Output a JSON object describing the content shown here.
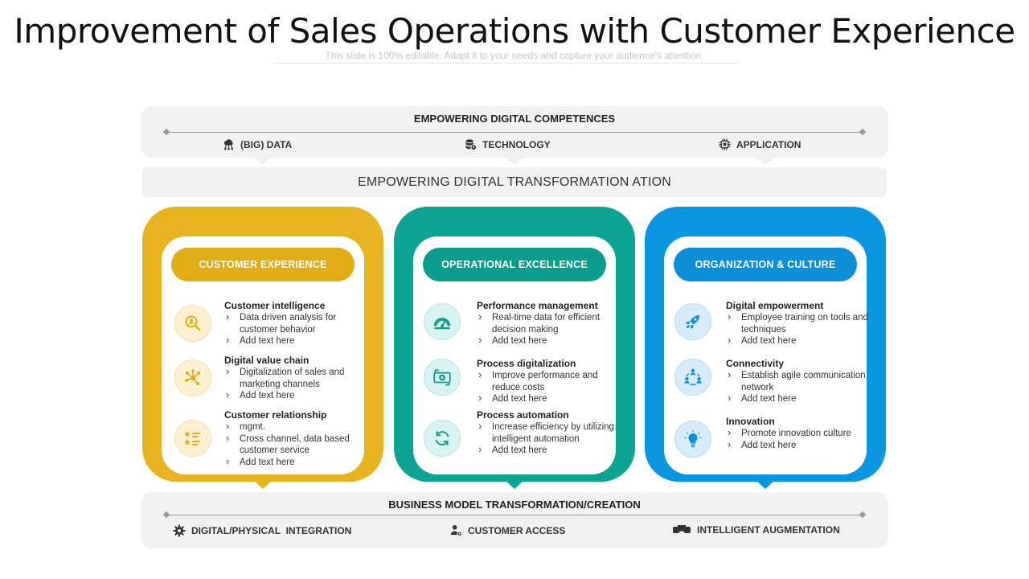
{
  "title": "Improvement of Sales Operations with Customer Experience",
  "subtitle": "This slide is 100% editable. Adapt it to your needs and capture your audience's attention.",
  "top_band": {
    "title": "EMPOWERING DIGITAL COMPETENCES",
    "items": [
      {
        "label": "(BIG) DATA",
        "icon": "cloud-network-icon"
      },
      {
        "label": "TECHNOLOGY",
        "icon": "database-gear-icon"
      },
      {
        "label": "APPLICATION",
        "icon": "chip-icon"
      }
    ]
  },
  "middle_band": {
    "label": "EMPOWERING DIGITAL TRANSFORMATION ATION"
  },
  "pillars": [
    {
      "title": "CUSTOMER EXPERIENCE",
      "color": "#e7b31f",
      "items": [
        {
          "head": "Customer intelligence",
          "bullets": [
            " Data driven analysis for customer behavior",
            "Add text here"
          ],
          "icon": "magnifier-person-icon"
        },
        {
          "head": "Digital value chain",
          "bullets": [
            " Digitalization of sales and marketing channels",
            "Add text here"
          ],
          "icon": "network-nodes-icon"
        },
        {
          "head": "Customer relationship",
          "bullets": [
            "mgmt.",
            " Cross channel, data based customer service",
            "Add text here"
          ],
          "icon": "star-list-icon"
        }
      ]
    },
    {
      "title": "OPERATIONAL EXCELLENCE",
      "color": "#0aa394",
      "items": [
        {
          "head": "Performance management",
          "bullets": [
            "Real-time data for efficient decision making",
            "Add text here"
          ],
          "icon": "speedometer-icon"
        },
        {
          "head": "Process digitalization",
          "bullets": [
            "Improve performance and reduce costs",
            "Add text here"
          ],
          "icon": "money-gear-icon"
        },
        {
          "head": "Process automation",
          "bullets": [
            "Increase efficiency by utilizing intelligent automation",
            "Add text here"
          ],
          "icon": "refresh-icon"
        }
      ]
    },
    {
      "title": "ORGANIZATION & CULTURE",
      "color": "#0996e0",
      "items": [
        {
          "head": "Digital empowerment",
          "bullets": [
            "Employee training on tools and techniques",
            "Add text here"
          ],
          "icon": "rocket-icon"
        },
        {
          "head": "Connectivity",
          "bullets": [
            "Establish agile communication network",
            "Add text here"
          ],
          "icon": "people-connect-icon"
        },
        {
          "head": "Innovation",
          "bullets": [
            "Promote innovation culture",
            "Add text here"
          ],
          "icon": "lightbulb-icon"
        }
      ]
    }
  ],
  "bottom_band": {
    "title": "BUSINESS MODEL TRANSFORMATION/CREATION",
    "items": [
      {
        "label": "DIGITAL/PHYSICAL  INTEGRATION",
        "icon": "gear-icon"
      },
      {
        "label": "CUSTOMER ACCESS",
        "icon": "user-settings-icon"
      },
      {
        "label": "INTELLIGENT AUGMENTATION",
        "icon": "vr-headset-icon"
      }
    ]
  }
}
